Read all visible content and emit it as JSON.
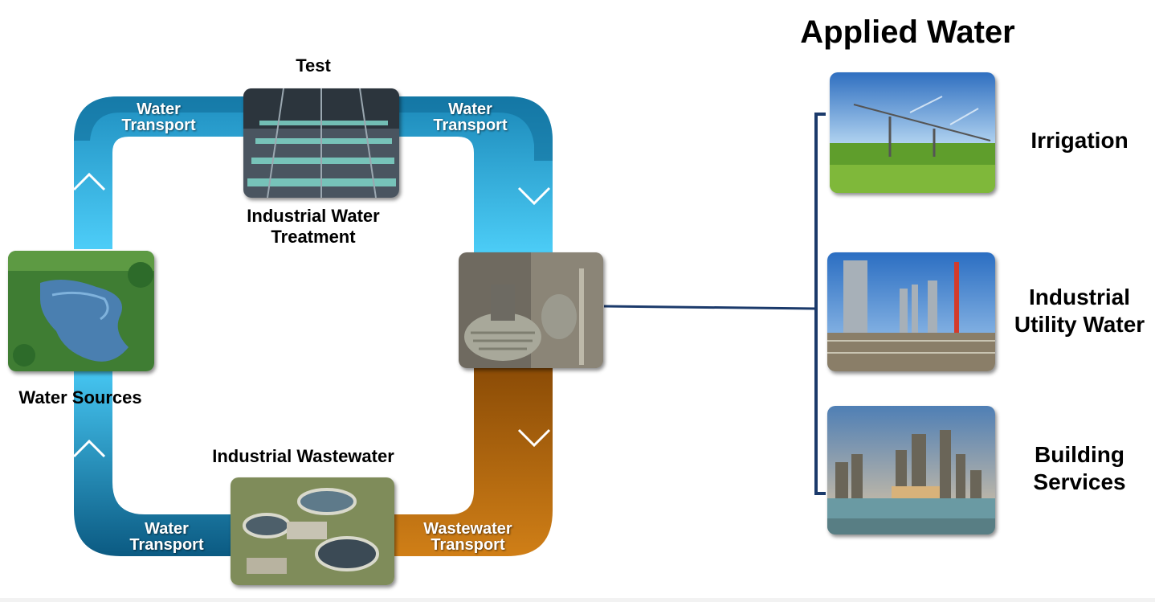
{
  "cycle": {
    "top_label": "Test",
    "treatment_label": "Industrial Water\nTreatment",
    "sources_label": "Water Sources",
    "wastewater_label": "Industrial Wastewater",
    "transport_top_left": "Water\nTransport",
    "transport_top_right": "Water\nTransport",
    "transport_bottom_left": "Water\nTransport",
    "transport_bottom_right": "Wastewater\nTransport"
  },
  "applied": {
    "title": "Applied Water",
    "items": [
      {
        "label": "Irrigation"
      },
      {
        "label": "Industrial\nUtility Water"
      },
      {
        "label": "Building\nServices"
      }
    ]
  },
  "colors": {
    "pipe_light": "#44c8f5",
    "pipe_dark": "#0e5f86",
    "wastewater_light": "#c97a14",
    "wastewater_dark": "#8a4e08",
    "connector": "#1b3a6b"
  }
}
